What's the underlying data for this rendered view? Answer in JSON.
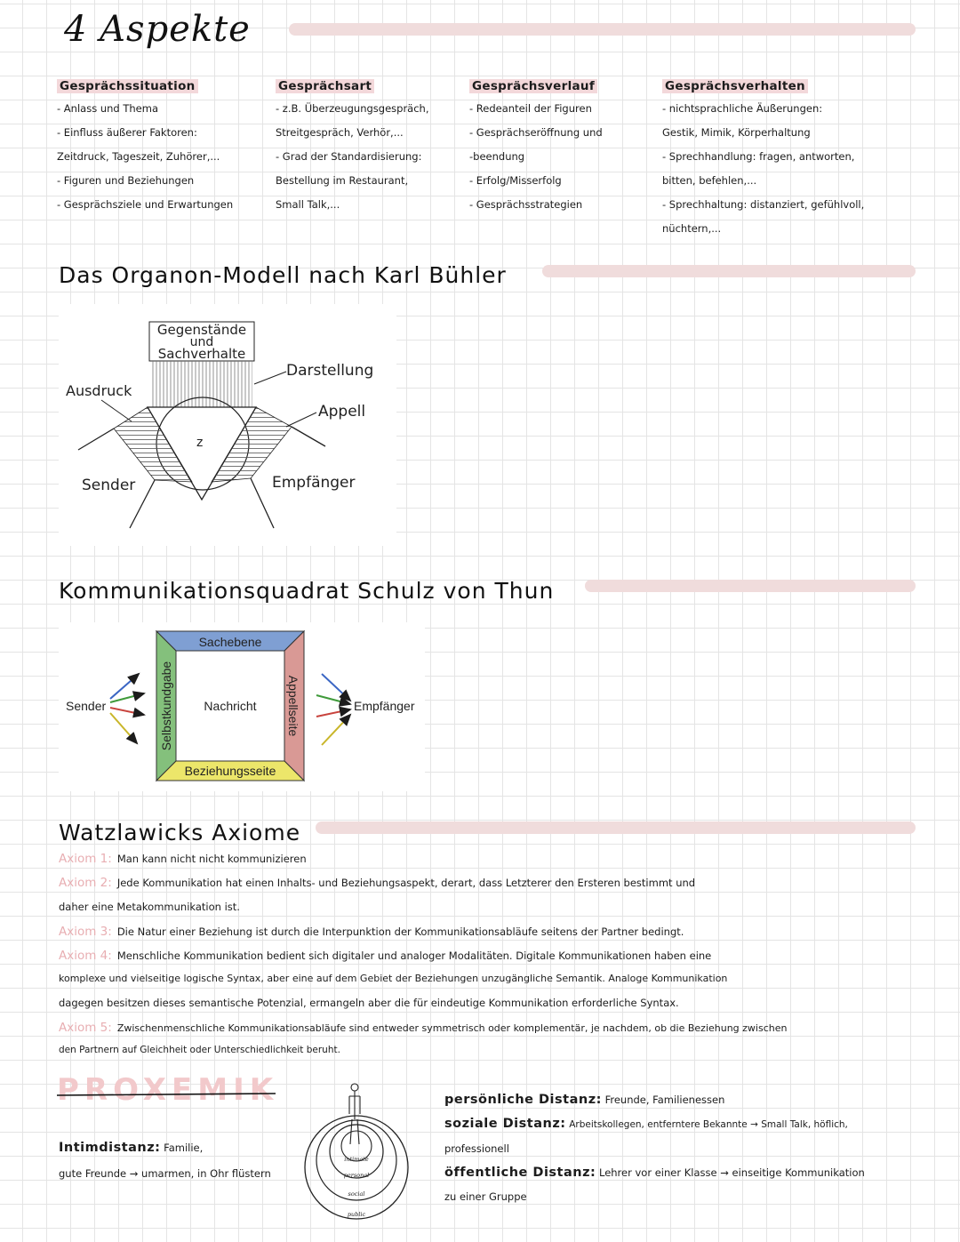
{
  "title": "4 Aspekte",
  "aspects": [
    {
      "heading": "Gesprächssituation",
      "lines": [
        "- Anlass und Thema",
        "- Einfluss äußerer Faktoren:",
        "Zeitdruck, Tageszeit, Zuhörer,...",
        "- Figuren und Beziehungen",
        "- Gesprächsziele und Erwartungen"
      ]
    },
    {
      "heading": "Gesprächsart",
      "lines": [
        "- z.B. Überzeugungsgespräch,",
        "Streitgespräch, Verhör,...",
        "- Grad der Standardisierung:",
        "Bestellung im Restaurant,",
        "Small Talk,..."
      ]
    },
    {
      "heading": "Gesprächsverlauf",
      "lines": [
        "- Redeanteil der Figuren",
        "- Gesprächseröffnung und",
        "-beendung",
        "- Erfolg/Misserfolg",
        "- Gesprächsstrategien"
      ]
    },
    {
      "heading": "Gesprächsverhalten",
      "lines": [
        "- nichtsprachliche Äußerungen:",
        "Gestik, Mimik, Körperhaltung",
        "- Sprechhandlung: fragen, antworten,",
        "bitten, befehlen,...",
        "- Sprechhaltung: distanziert, gefühlvoll,",
        "nüchtern,..."
      ]
    }
  ],
  "organon": {
    "heading": "Das Organon-Modell nach Karl Bühler",
    "labels": {
      "gegenstaende": "Gegenstände",
      "und": "und",
      "sachverhalte": "Sachverhalte",
      "darstellung": "Darstellung",
      "ausdruck": "Ausdruck",
      "appell": "Appell",
      "z": "z",
      "sender": "Sender",
      "empfaenger": "Empfänger"
    }
  },
  "schulz": {
    "heading": "Kommunikationsquadrat Schulz von Thun",
    "top": "Sachebene",
    "left": "Selbstkundgabe",
    "right": "Appellseite",
    "bottom": "Beziehungsseite",
    "center": "Nachricht",
    "sender": "Sender",
    "receiver": "Empfänger",
    "colors": {
      "top": "#7f9fd3",
      "left": "#84c07c",
      "right": "#d99995",
      "bottom": "#ece66a"
    }
  },
  "watzlawick": {
    "heading": "Watzlawicks Axiome",
    "axioms": [
      {
        "label": "Axiom 1:",
        "lines": [
          "Man kann nicht nicht kommunizieren"
        ]
      },
      {
        "label": "Axiom 2:",
        "lines": [
          "Jede Kommunikation hat einen Inhalts- und Beziehungsaspekt, derart, dass Letzterer den Ersteren bestimmt und",
          "daher eine Metakommunikation ist."
        ]
      },
      {
        "label": "Axiom 3:",
        "lines": [
          "Die Natur einer Beziehung ist durch die Interpunktion der Kommunikationsabläufe seitens der Partner bedingt."
        ]
      },
      {
        "label": "Axiom 4:",
        "lines": [
          "Menschliche Kommunikation bedient sich digitaler und analoger Modalitäten. Digitale Kommunikationen haben eine",
          "komplexe und vielseitige logische Syntax, aber eine auf dem Gebiet der Beziehungen unzugängliche Semantik. Analoge Kommunikation",
          "dagegen besitzen dieses semantische Potenzial, ermangeln aber die für eindeutige Kommunikation erforderliche Syntax."
        ]
      },
      {
        "label": "Axiom 5:",
        "lines": [
          "Zwischenmenschliche Kommunikationsabläufe sind entweder symmetrisch oder komplementär, je nachdem, ob die Beziehung zwischen",
          "den Partnern auf Gleichheit oder Unterschiedlichkeit beruht."
        ]
      }
    ]
  },
  "proxemik": {
    "heading": "PROXEMIK",
    "intim_label": "Intimdistanz:",
    "intim_text_1": "Familie,",
    "intim_text_2": "gute Freunde → umarmen, in Ohr flüstern",
    "rings": [
      "intimate",
      "personal",
      "social",
      "public"
    ],
    "persoenlich_label": "persönliche Distanz:",
    "persoenlich_text": "Freunde, Familienessen",
    "sozial_label": "soziale Distanz:",
    "sozial_text_1": "Arbeitskollegen, entferntere Bekannte → Small Talk, höflich,",
    "sozial_text_2": "professionell",
    "oeffentlich_label": "öffentliche Distanz:",
    "oeffentlich_text_1": "Lehrer vor einer Klasse → einseitige Kommunikation",
    "oeffentlich_text_2": "zu einer Gruppe"
  }
}
